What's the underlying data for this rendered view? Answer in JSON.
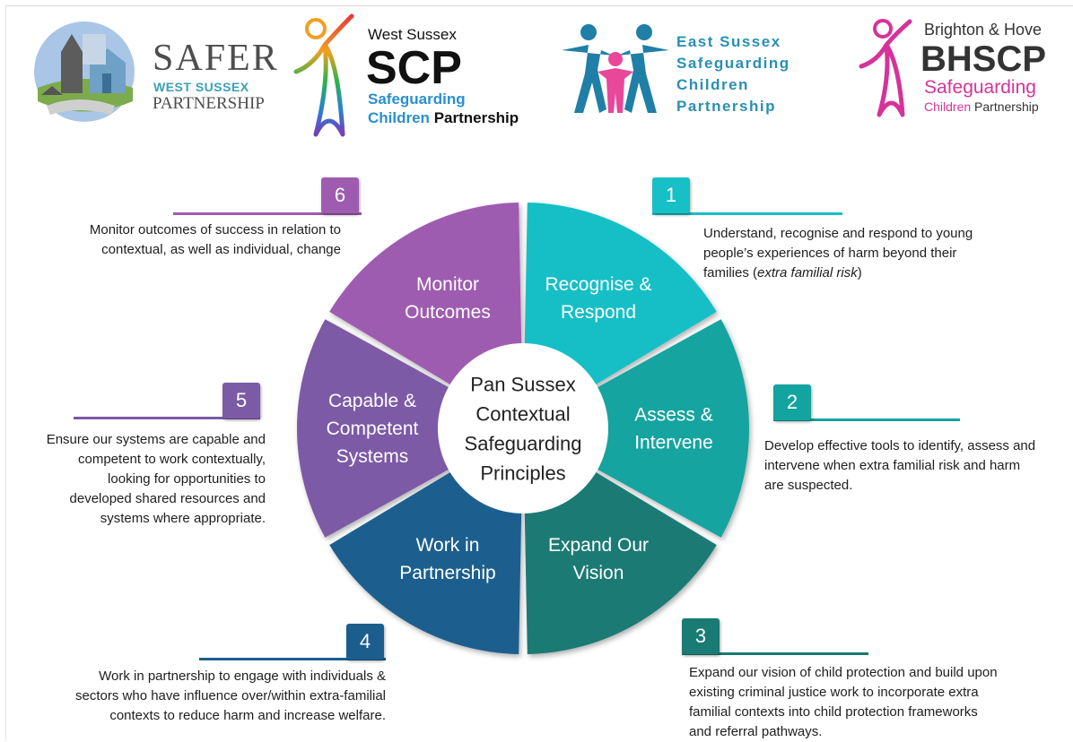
{
  "logos": {
    "safer": {
      "word": "SAFER",
      "line2": "WEST SUSSEX",
      "line3": "PARTNERSHIP"
    },
    "scp": {
      "line1": "West Sussex",
      "acronym": "SCP",
      "line3": "Safeguarding",
      "line4a": "Children",
      "line4b": "Partnership"
    },
    "esscp": {
      "line1": "East Sussex",
      "line2": "Safeguarding",
      "line3": "Children",
      "line4": "Partnership"
    },
    "bhscp": {
      "line1": "Brighton & Hove",
      "acronym": "BHSCP",
      "line3": "Safeguarding",
      "line4a": "Children",
      "line4b": "Partnership"
    }
  },
  "wheel": {
    "center_lines": [
      "Pan Sussex",
      "Contextual",
      "Safeguarding",
      "Principles"
    ],
    "segments": [
      {
        "lines": [
          "Recognise &",
          "Respond"
        ],
        "color": "#17bfc6"
      },
      {
        "lines": [
          "Assess &",
          "Intervene"
        ],
        "color": "#13a4a0"
      },
      {
        "lines": [
          "Expand Our",
          "Vision"
        ],
        "color": "#1a7a74"
      },
      {
        "lines": [
          "Work in",
          "Partnership"
        ],
        "color": "#1b5e8e"
      },
      {
        "lines": [
          "Capable &",
          "Competent",
          "Systems"
        ],
        "color": "#7b5aa6"
      },
      {
        "lines": [
          "Monitor",
          "Outcomes"
        ],
        "color": "#9e5cb0"
      }
    ]
  },
  "principles": [
    {
      "number": "1",
      "color": "#17bfc6",
      "lines": [
        "Understand, recognise and respond to young",
        "people’s experiences of harm beyond their"
      ],
      "last_prefix": "families (",
      "last_italic": "extra familial risk",
      "last_suffix": ")"
    },
    {
      "number": "2",
      "color": "#13a4a0",
      "lines": [
        "Develop effective tools to identify, assess and",
        "intervene when extra familial risk and harm",
        "are suspected."
      ]
    },
    {
      "number": "3",
      "color": "#1a7a74",
      "lines": [
        "Expand our vision of child protection and build upon",
        "existing criminal justice work to incorporate extra",
        "familial contexts into child protection frameworks",
        "and referral pathways."
      ]
    },
    {
      "number": "4",
      "color": "#1b5e8e",
      "lines": [
        "Work in partnership to engage with individuals &",
        "sectors who have influence over/within extra-familial",
        "contexts to reduce harm and increase welfare."
      ]
    },
    {
      "number": "5",
      "color": "#7b5aa6",
      "lines": [
        "Ensure our systems are capable and",
        "competent to work contextually,",
        "looking for opportunities to",
        "developed shared resources and",
        "systems where appropriate."
      ]
    },
    {
      "number": "6",
      "color": "#9e5cb0",
      "lines": [
        "Monitor outcomes of success in relation to",
        "contextual, as well as individual, change"
      ]
    }
  ]
}
